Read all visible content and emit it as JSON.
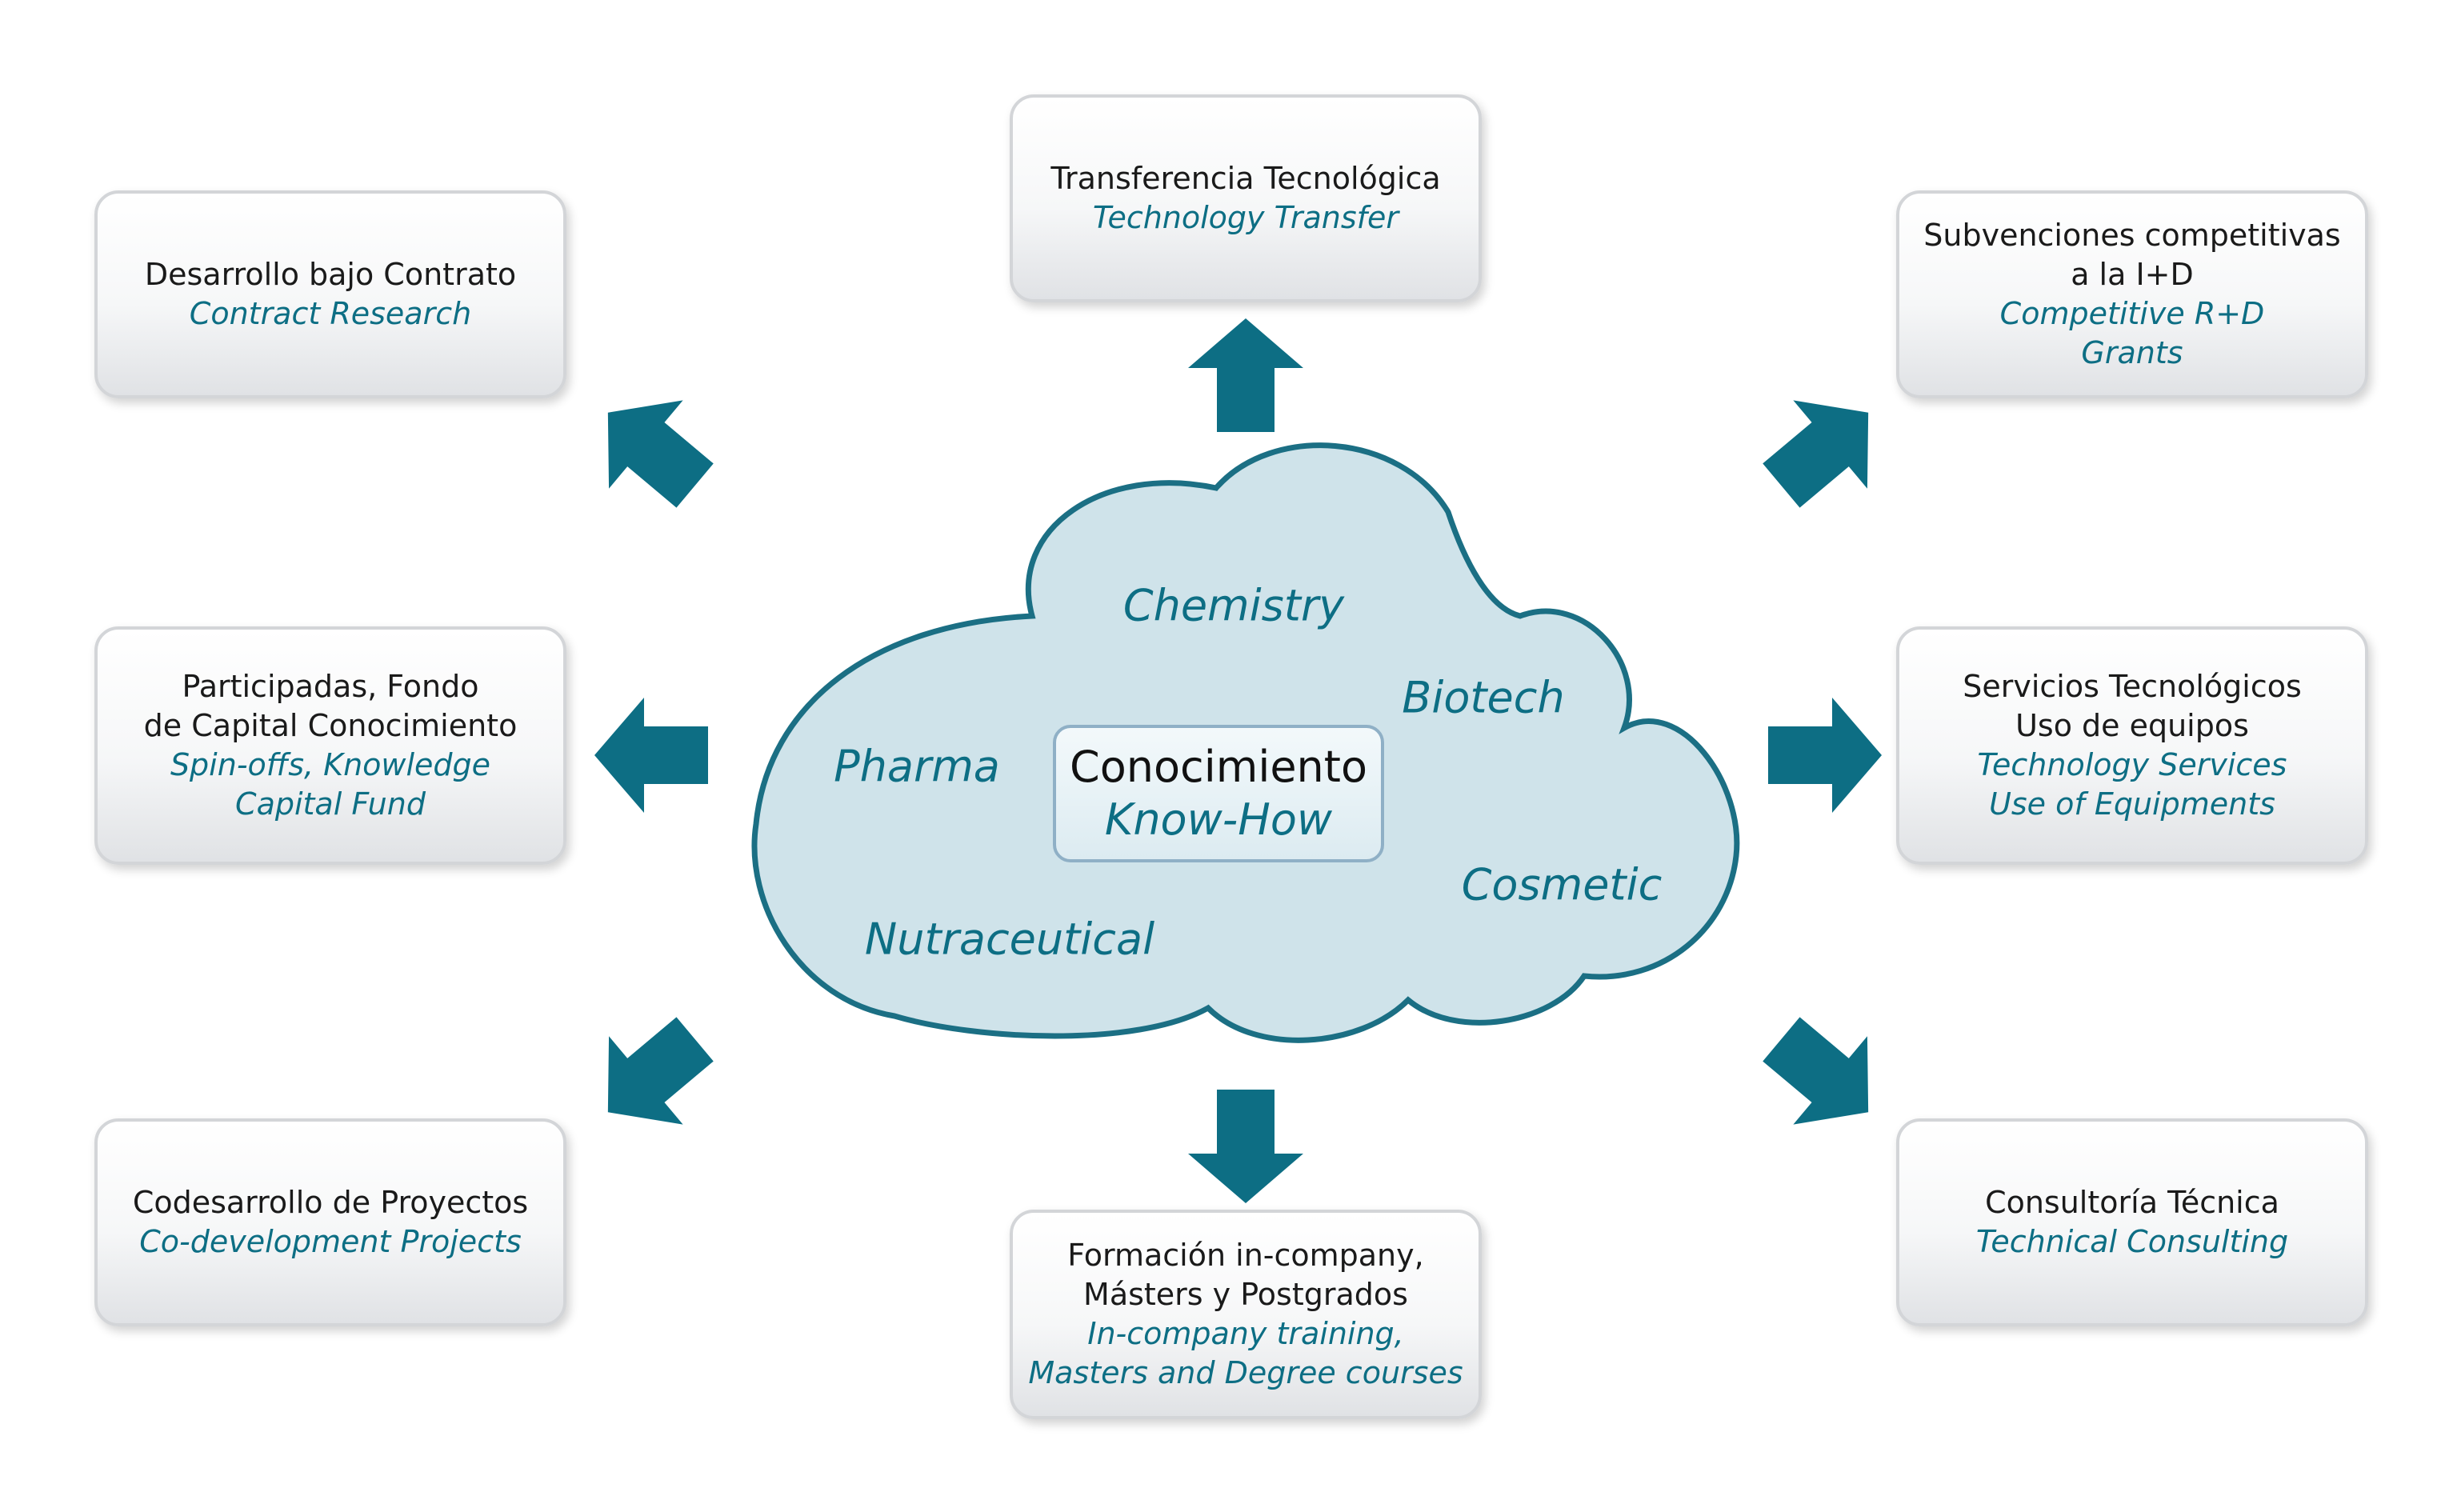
{
  "colors": {
    "accent": "#0d6e84",
    "cloud_fill": "#cfe3ea",
    "cloud_stroke": "#1b6f84",
    "text_dark": "#1a1a1a"
  },
  "cloud": {
    "words": [
      "Chemistry",
      "Biotech",
      "Pharma",
      "Cosmetic",
      "Nutraceutical"
    ],
    "center": {
      "es": "Conocimiento",
      "en": "Know-How"
    }
  },
  "boxes": {
    "top_left": {
      "es": [
        "Desarrollo bajo Contrato"
      ],
      "en": [
        "Contract Research"
      ]
    },
    "middle_left": {
      "es": [
        "Participadas, Fondo",
        "de Capital Conocimiento"
      ],
      "en": [
        "Spin-offs, Knowledge",
        "Capital Fund"
      ]
    },
    "bottom_left": {
      "es": [
        "Codesarrollo de Proyectos"
      ],
      "en": [
        "Co-development Projects"
      ]
    },
    "top_center": {
      "es": [
        "Transferencia Tecnológica"
      ],
      "en": [
        "Technology Transfer"
      ]
    },
    "bottom_center": {
      "es": [
        "Formación in-company,",
        "Másters y Postgrados"
      ],
      "en": [
        "In-company training,",
        "Masters and Degree courses"
      ]
    },
    "top_right": {
      "es": [
        "Subvenciones competitivas",
        "a la I+D"
      ],
      "en": [
        "Competitive R+D",
        "Grants"
      ]
    },
    "middle_right": {
      "es": [
        "Servicios Tecnológicos",
        "Uso de equipos"
      ],
      "en": [
        "Technology Services",
        "Use of Equipments"
      ]
    },
    "bottom_right": {
      "es": [
        "Consultoría Técnica"
      ],
      "en": [
        "Technical Consulting"
      ]
    }
  }
}
